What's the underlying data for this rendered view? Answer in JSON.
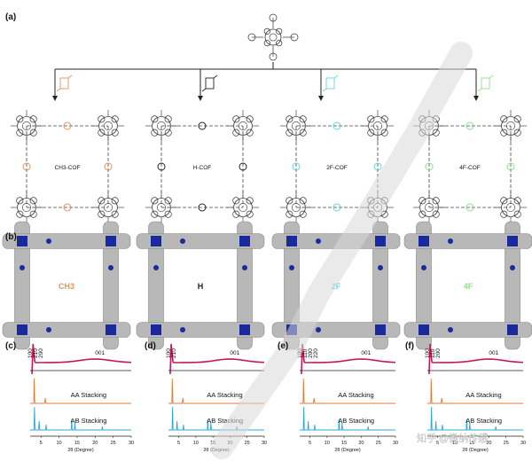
{
  "panels": {
    "a": "(a)",
    "b": "(b)",
    "c": "(c)",
    "d": "(d)",
    "e": "(e)",
    "f": "(f)"
  },
  "cof_labels": [
    "CH3-COF",
    "H-COF",
    "2F-COF",
    "4F-COF"
  ],
  "pore_labels": [
    "CH3",
    "H",
    "2F",
    "4F"
  ],
  "colors": {
    "ch3": "#e8935a",
    "h": "#222222",
    "f2": "#5ed8e6",
    "f4": "#8ee08e",
    "expt": "#c2185b",
    "aa": "#e07a3a",
    "ab": "#29a8d8",
    "nitrogen": "#1a2a9c",
    "watermark": "#d9d9d9"
  },
  "xrd": {
    "c": {
      "peaks": [
        "100",
        "210",
        "200",
        "001"
      ]
    },
    "d": {
      "peaks": [
        "100",
        "210",
        "001"
      ]
    },
    "e": {
      "peaks": [
        "100",
        "110",
        "200",
        "220",
        "001"
      ]
    },
    "f": {
      "peaks": [
        "100",
        "110",
        "200",
        "001"
      ]
    },
    "aa_label": "AA Stacking",
    "ab_label": "AB Stacking",
    "xlabel": "2θ (Degree)",
    "xticks": [
      "5",
      "10",
      "15",
      "20",
      "25",
      "30"
    ]
  },
  "watermark": "知乎 @微纳传感"
}
